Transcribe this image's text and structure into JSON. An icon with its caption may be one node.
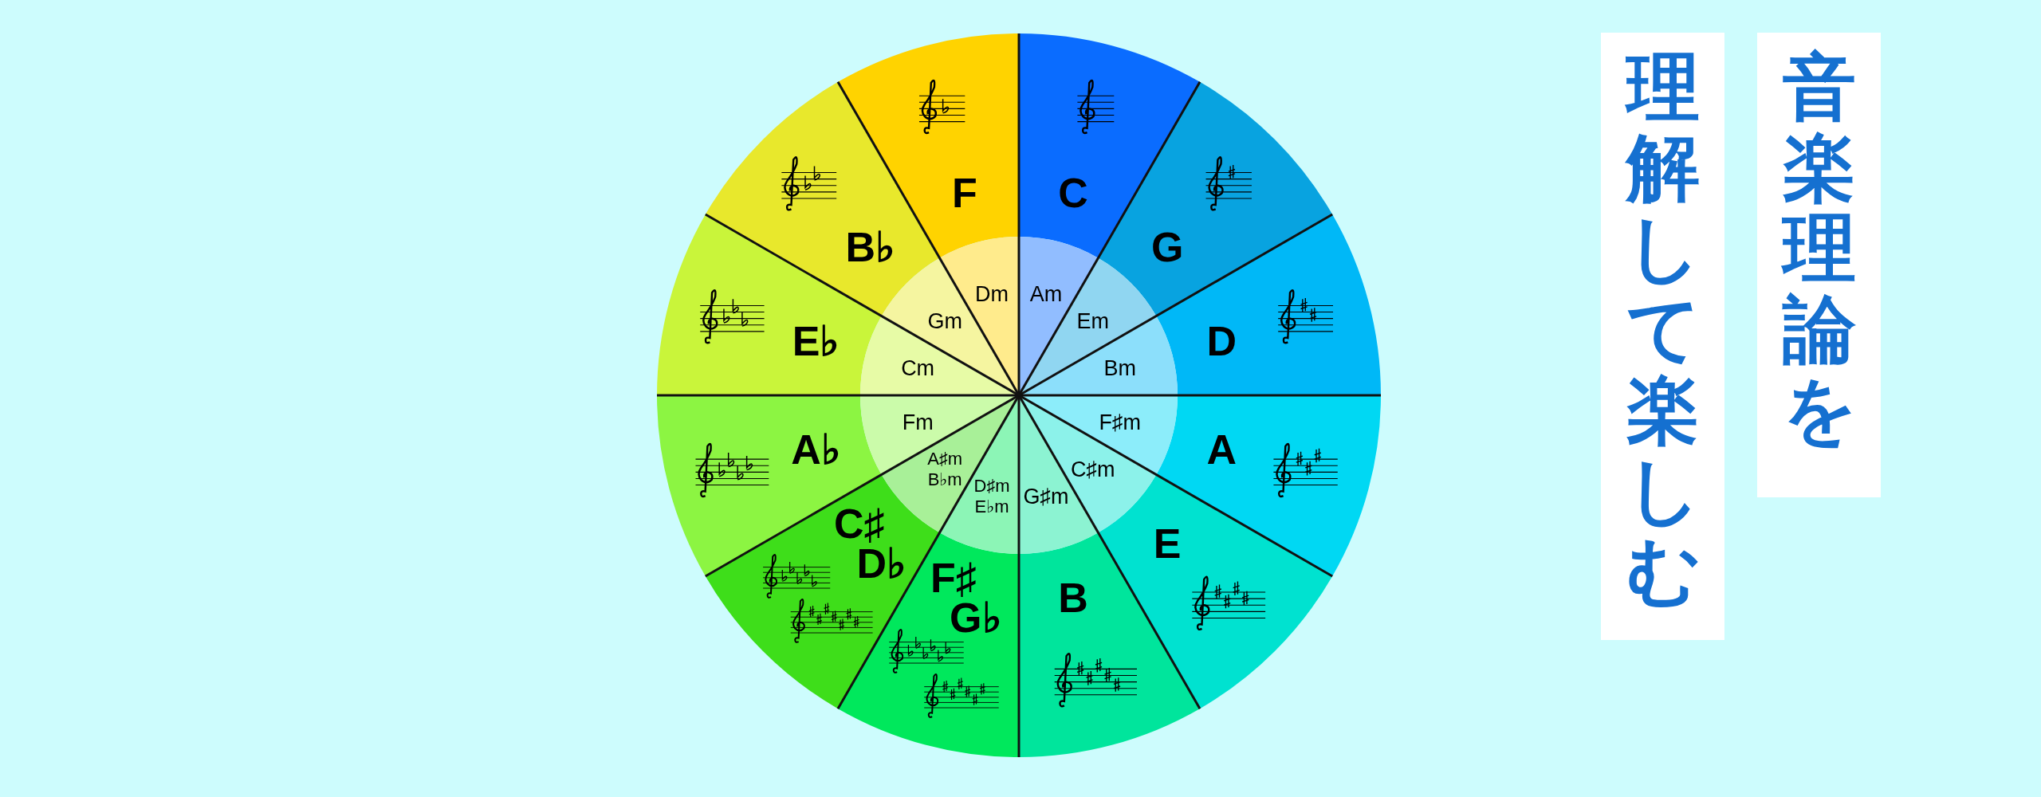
{
  "diagram": {
    "nodes": [
      {
        "text": [
          "C"
        ]
      },
      {
        "text": [
          "G"
        ]
      },
      {
        "text": [
          "D"
        ]
      },
      {
        "text": [
          "A"
        ]
      },
      {
        "text": [
          "E"
        ]
      },
      {
        "text": [
          "B"
        ]
      },
      {
        "text": [
          "F♯",
          "G♭"
        ]
      },
      {
        "text": [
          "C♯",
          "D♭"
        ]
      },
      {
        "text": [
          "A♭"
        ]
      },
      {
        "text": [
          "E♭"
        ]
      },
      {
        "text": [
          "B♭"
        ]
      },
      {
        "text": [
          "F"
        ]
      },
      {
        "text": [
          "Am"
        ]
      },
      {
        "text": [
          "Em"
        ]
      },
      {
        "text": [
          "Bm"
        ]
      },
      {
        "text": [
          "F♯m"
        ]
      },
      {
        "text": [
          "C♯m"
        ]
      },
      {
        "text": [
          "G♯m"
        ]
      },
      {
        "text": [
          "D♯m",
          "E♭m"
        ]
      },
      {
        "text": [
          "A♯m",
          "B♭m"
        ]
      },
      {
        "text": [
          "Fm"
        ]
      },
      {
        "text": [
          "Cm"
        ]
      },
      {
        "text": [
          "Gm"
        ]
      },
      {
        "text": [
          "Dm"
        ]
      }
    ],
    "labels": [
      "音楽理論を",
      "理解して楽しむ"
    ]
  }
}
